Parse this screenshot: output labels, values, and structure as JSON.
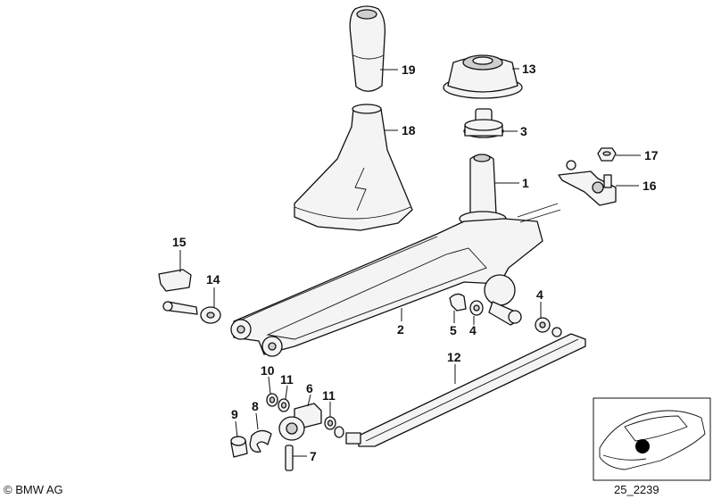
{
  "parts": [
    {
      "id": "p19",
      "label": "19",
      "name": "shift-knob"
    },
    {
      "id": "p18",
      "label": "18",
      "name": "shift-boot"
    },
    {
      "id": "p13",
      "label": "13",
      "name": "rubber-boot"
    },
    {
      "id": "p3",
      "label": "3",
      "name": "bearing-shell"
    },
    {
      "id": "p1",
      "label": "1",
      "name": "gearshift-lever"
    },
    {
      "id": "p17",
      "label": "17",
      "name": "nut"
    },
    {
      "id": "p16",
      "label": "16",
      "name": "bracket"
    },
    {
      "id": "p15",
      "label": "15",
      "name": "clip"
    },
    {
      "id": "p14",
      "label": "14",
      "name": "bushing"
    },
    {
      "id": "p2",
      "label": "2",
      "name": "shift-console"
    },
    {
      "id": "p5",
      "label": "5",
      "name": "retainer"
    },
    {
      "id": "p4a",
      "label": "4",
      "name": "washer-a"
    },
    {
      "id": "p4b",
      "label": "4",
      "name": "washer-b"
    },
    {
      "id": "p12",
      "label": "12",
      "name": "selector-rod"
    },
    {
      "id": "p10",
      "label": "10",
      "name": "ring"
    },
    {
      "id": "p11a",
      "label": "11",
      "name": "washer-c"
    },
    {
      "id": "p6",
      "label": "6",
      "name": "joint"
    },
    {
      "id": "p11b",
      "label": "11",
      "name": "washer-d"
    },
    {
      "id": "p9",
      "label": "9",
      "name": "bushing-small"
    },
    {
      "id": "p8",
      "label": "8",
      "name": "clip-ring"
    },
    {
      "id": "p7",
      "label": "7",
      "name": "pin"
    }
  ],
  "footer": {
    "copyright": "© BMW AG",
    "diagram_code": "25_2239"
  }
}
